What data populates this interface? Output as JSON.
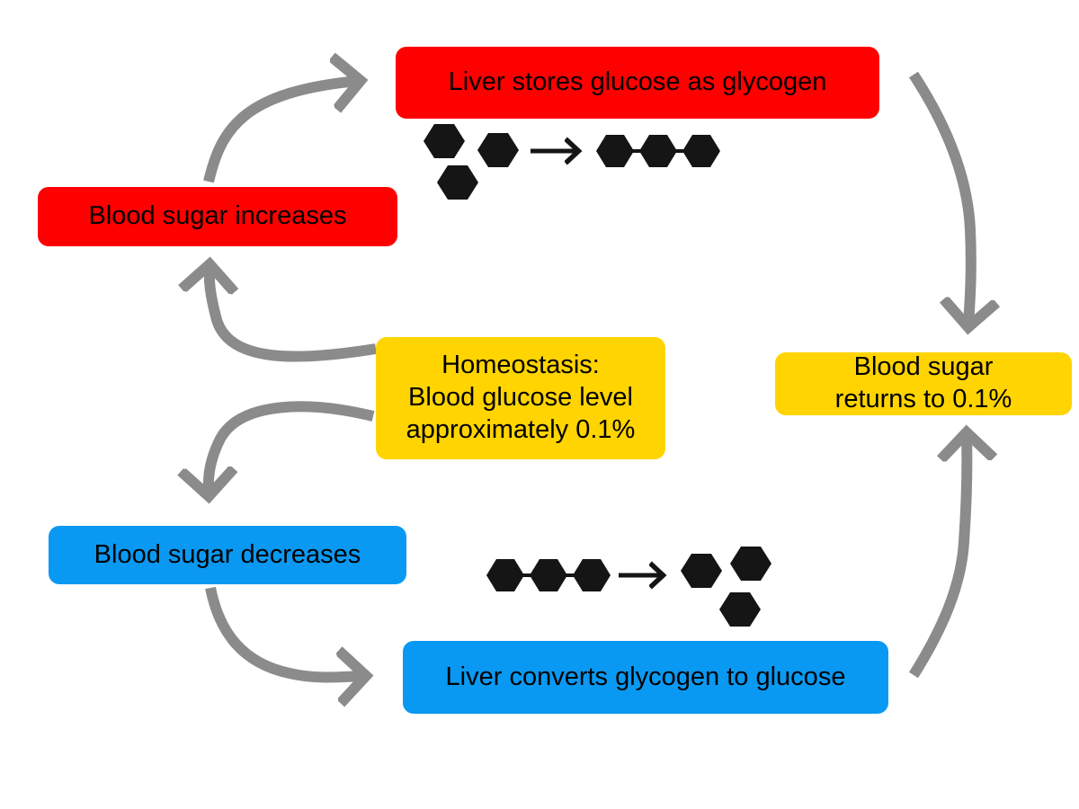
{
  "title": "Blood sugar homeostasis cycle diagram",
  "colors": {
    "red": "#FE0000",
    "yellow": "#FFD400",
    "blue": "#0A99F2",
    "arrow_gray": "#8B8B8B",
    "molecule_black": "#151515",
    "text": "#000000",
    "background": "#FFFFFF"
  },
  "nodes": {
    "store": {
      "label": "Liver stores glucose as glycogen",
      "color": "red"
    },
    "increase": {
      "label": "Blood sugar increases",
      "color": "red"
    },
    "homeostasis": {
      "lines": [
        "Homeostasis:",
        "Blood glucose level",
        "approximately 0.1%"
      ],
      "color": "yellow"
    },
    "returns": {
      "lines": [
        "Blood sugar",
        "returns to 0.1%"
      ],
      "color": "yellow"
    },
    "decrease": {
      "label": "Blood sugar decreases",
      "color": "blue"
    },
    "convert": {
      "label": "Liver converts glycogen to glucose",
      "color": "blue"
    }
  },
  "edges": [
    {
      "from": "increase",
      "to": "store"
    },
    {
      "from": "store",
      "to": "returns"
    },
    {
      "from": "homeostasis",
      "to": "increase"
    },
    {
      "from": "homeostasis",
      "to": "decrease"
    },
    {
      "from": "decrease",
      "to": "convert"
    },
    {
      "from": "convert",
      "to": "returns"
    }
  ],
  "icons": {
    "glucose": "black hexagon (glucose molecule)",
    "glycogen_chain": "three linked black hexagons (glycogen)",
    "conversion_arrow": "black right arrow"
  },
  "figures": {
    "glycogenesis": "free glucose hexagons -> glycogen chain",
    "glycogenolysis": "glycogen chain -> free glucose hexagons"
  }
}
